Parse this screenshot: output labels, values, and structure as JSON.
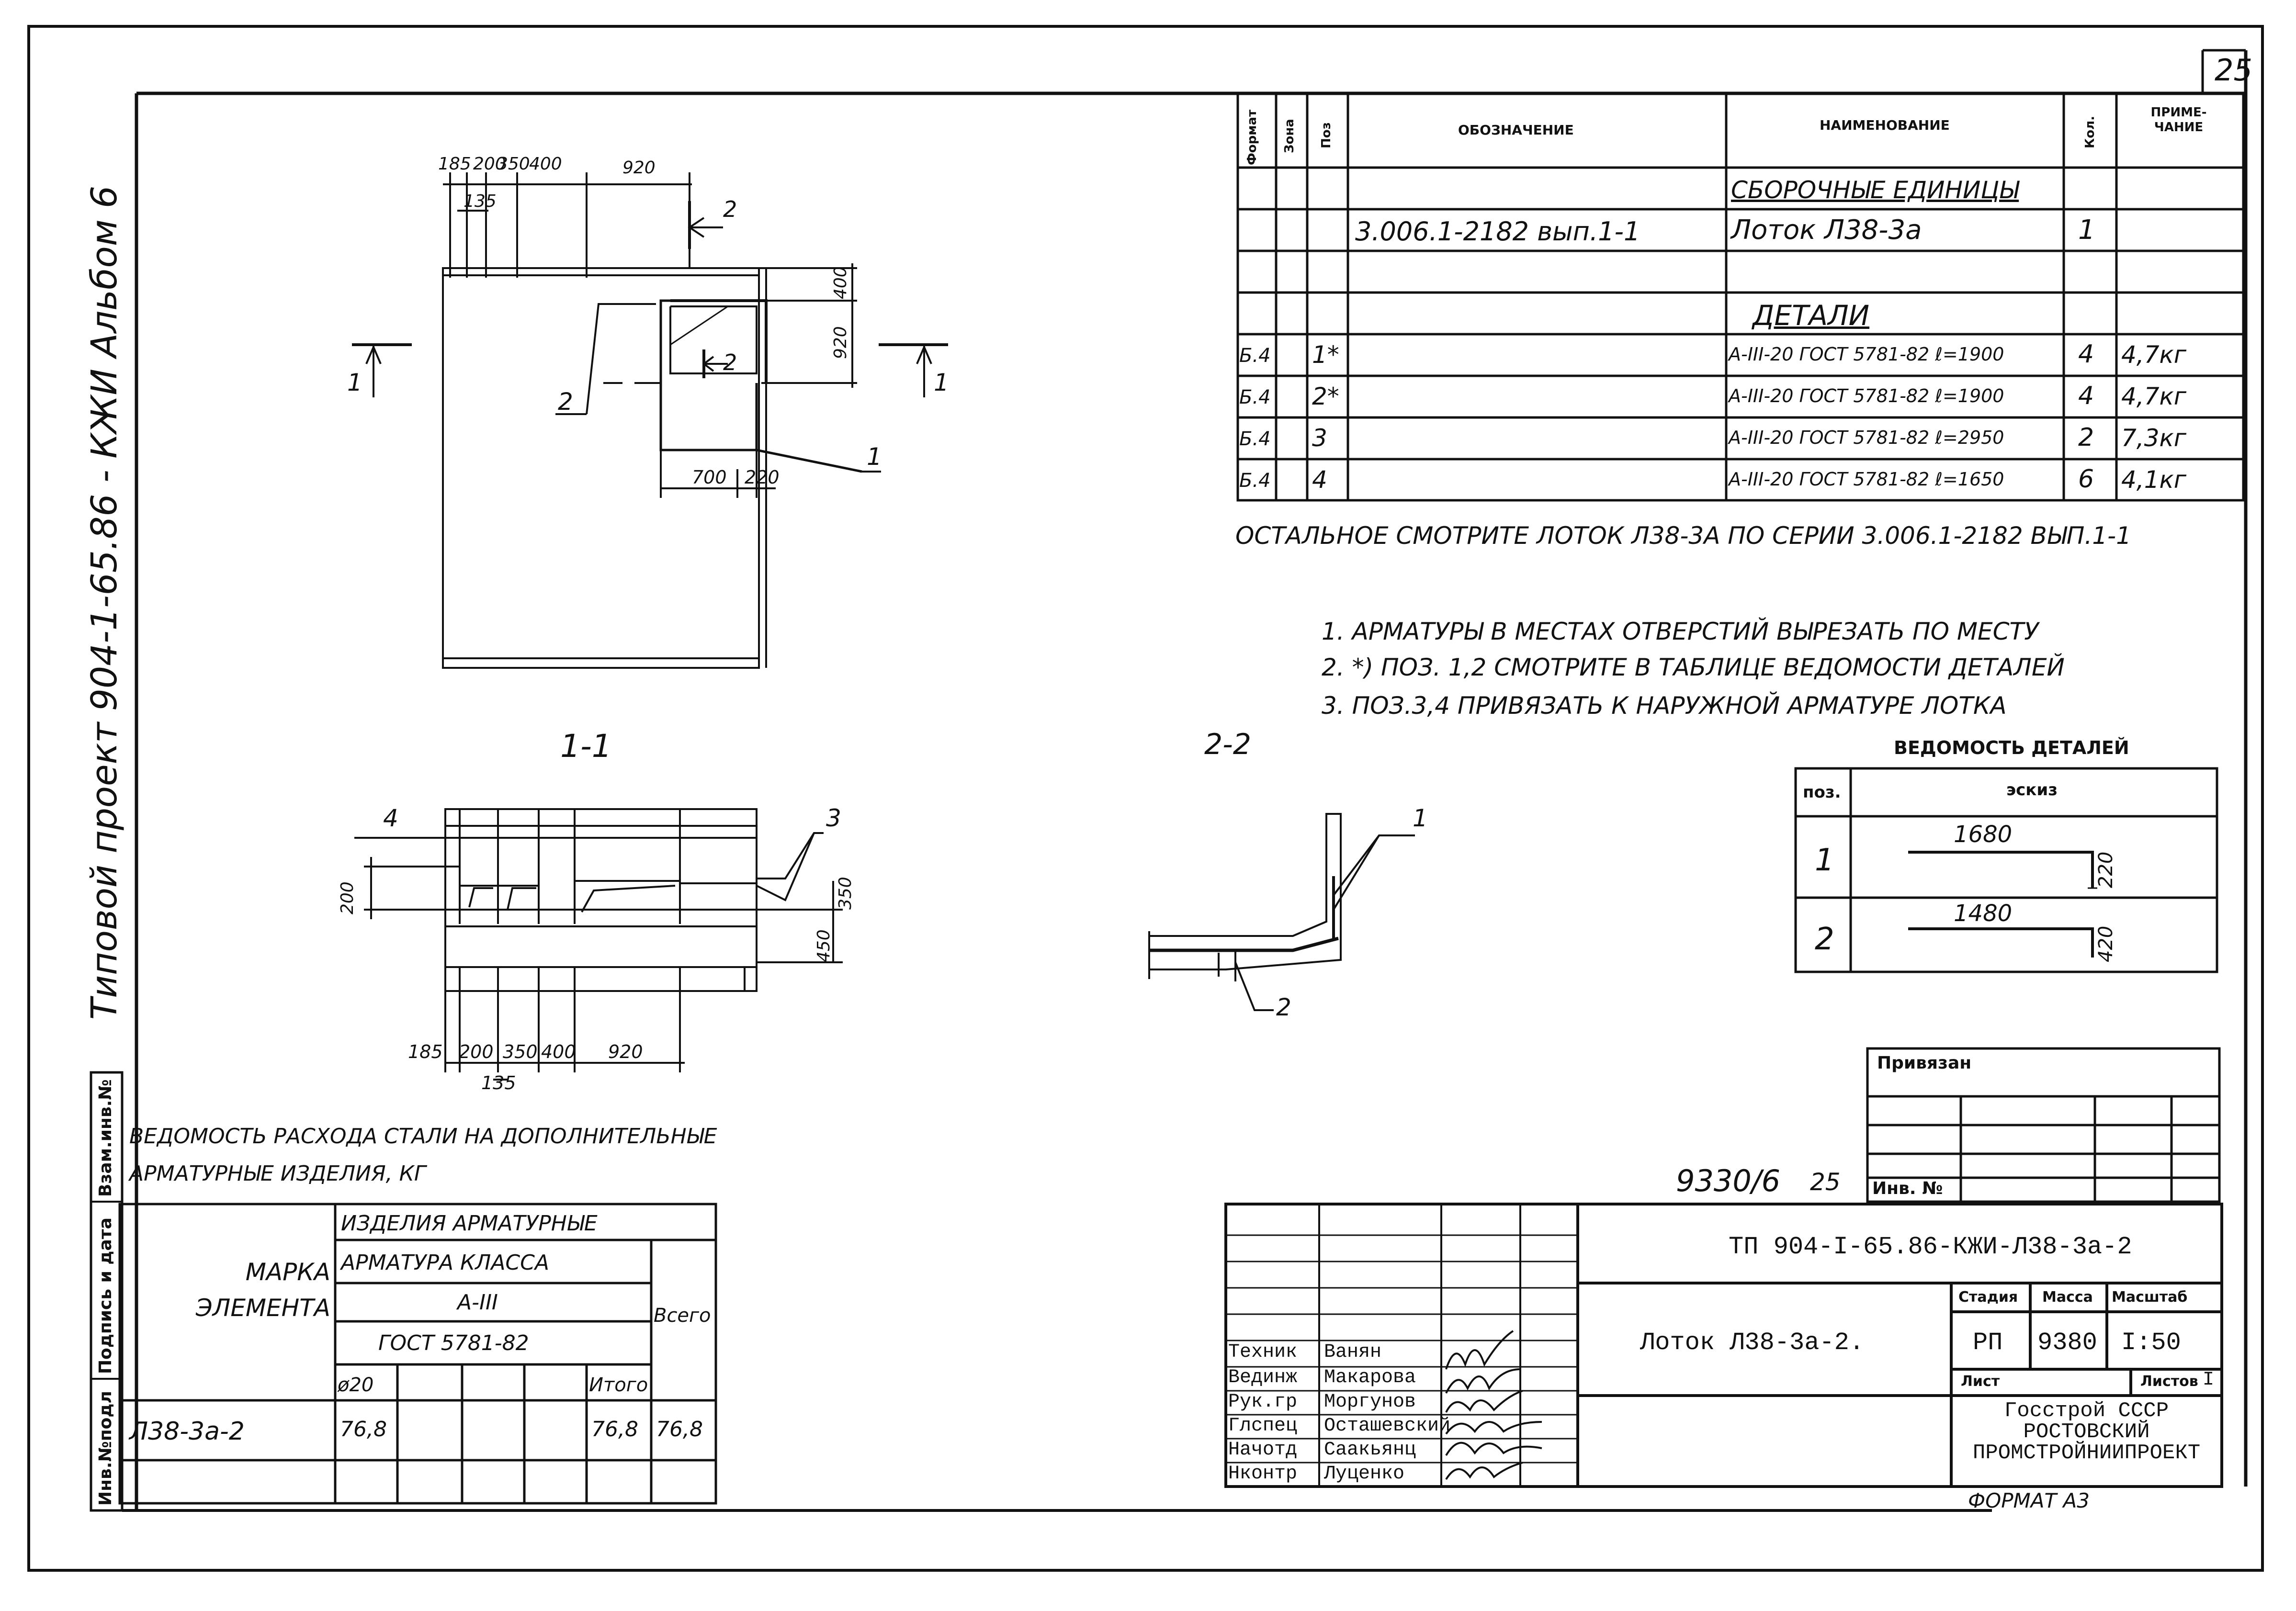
{
  "sheet_number": "25",
  "album_title": "Типовой проект 904-1-65.86 - КЖИ Альбом 6",
  "side_stamp": [
    "Инв.№подл",
    "Подпись и дата",
    "Взам.инв.№"
  ],
  "spec": {
    "headers": {
      "format": "Формат",
      "zone": "Зона",
      "pos": "Поз",
      "designation": "Обозначение",
      "name": "Наименование",
      "qty": "Кол.",
      "note": "Приме-чание"
    },
    "rows": [
      {
        "format": "",
        "zone": "",
        "pos": "",
        "designation": "",
        "name": "Сборочные единицы",
        "qty": "",
        "note": ""
      },
      {
        "format": "",
        "zone": "",
        "pos": "",
        "designation": "3.006.1-2182 вып.1-1",
        "name": "Лоток Л38-3а",
        "qty": "1",
        "note": ""
      },
      {
        "format": "",
        "zone": "",
        "pos": "",
        "designation": "",
        "name": "",
        "qty": "",
        "note": ""
      },
      {
        "format": "",
        "zone": "",
        "pos": "",
        "designation": "",
        "name": "Детали",
        "qty": "",
        "note": ""
      },
      {
        "format": "Б.4",
        "zone": "",
        "pos": "1*",
        "designation": "",
        "name": "А-III-20 ГОСТ 5781-82 ℓ=1900",
        "qty": "4",
        "note": "4,7кг"
      },
      {
        "format": "Б.4",
        "zone": "",
        "pos": "2*",
        "designation": "",
        "name": "А-III-20 ГОСТ 5781-82 ℓ=1900",
        "qty": "4",
        "note": "4,7кг"
      },
      {
        "format": "Б.4",
        "zone": "",
        "pos": "3",
        "designation": "",
        "name": "А-III-20 ГОСТ 5781-82 ℓ=2950",
        "qty": "2",
        "note": "7,3кг"
      },
      {
        "format": "Б.4",
        "zone": "",
        "pos": "4",
        "designation": "",
        "name": "А-III-20 ГОСТ 5781-82 ℓ=1650",
        "qty": "6",
        "note": "4,1кг"
      }
    ]
  },
  "rest_note": "Остальное смотрите лоток Л38-3а по серии 3.006.1-2182 вып.1-1",
  "notes": [
    "1. Арматуры в местах отверстий вырезать по месту",
    "2. *) Поз. 1,2 смотрите в таблице ведомости деталей",
    "3. Поз.3,4 привязать к наружной арматуре лотка"
  ],
  "detail_schedule": {
    "title": "ВЕДОМОСТЬ ДЕТАЛЕЙ",
    "col_pos": "поз.",
    "col_sketch": "эскиз",
    "rows": [
      {
        "pos": "1",
        "length": "1680",
        "hook": "220"
      },
      {
        "pos": "2",
        "length": "1480",
        "hook": "420"
      }
    ]
  },
  "section_1": {
    "label": "1-1",
    "top_dims": [
      "185",
      "200",
      "350",
      "400",
      "920"
    ],
    "top_sub_dim": "135",
    "side_dims": [
      "400",
      "920"
    ],
    "bottom_dims": [
      "700",
      "220"
    ],
    "section_mark": "1",
    "cut_mark": "2",
    "callouts": [
      "2",
      "1"
    ]
  },
  "plan_view": {
    "bottom_dims": [
      "185",
      "200",
      "350",
      "400",
      "920"
    ],
    "bottom_sub_dim": "135",
    "left_dim": "200",
    "right_dims": [
      "350",
      "450"
    ],
    "callouts": [
      "4",
      "3"
    ]
  },
  "section_2": {
    "label": "2-2",
    "callouts": [
      "1",
      "2"
    ]
  },
  "steel_schedule": {
    "title": "Ведомость расхода стали на дополнительные арматурные изделия, кг",
    "mark_header": "Марка элемента",
    "group_header": "Изделия арматурные",
    "class_header": "Арматура класса",
    "class_value": "А-III",
    "gost": "ГОСТ 5781-82",
    "dia": "ø20",
    "subtotal_header": "Итого",
    "total_header": "Всего",
    "row": {
      "mark": "Л38-3а-2",
      "dia20": "76,8",
      "subtotal": "76,8",
      "total": "76,8"
    }
  },
  "inv_number": "9330/6",
  "inv_sheet": "25",
  "binding": {
    "title": "Привязан",
    "inv_label": "Инв. №"
  },
  "title_block": {
    "code": "ТП 904-I-65.86-КЖИ-Л38-3а-2",
    "name": "Лоток Л38-3а-2.",
    "stage_label": "Стадия",
    "mass_label": "Масса",
    "scale_label": "Масштаб",
    "stage": "РП",
    "mass": "9380",
    "scale": "I:50",
    "sheet_label": "Лист",
    "sheets_label": "Листов",
    "sheets_value": "I",
    "org": [
      "Госстрой СССР",
      "РОСТОВСКИЙ",
      "ПРОМСТРОЙНИИПРОЕКТ"
    ],
    "staff": [
      {
        "role": "Техник",
        "name": "Ванян"
      },
      {
        "role": "Вединж",
        "name": "Макарова"
      },
      {
        "role": "Рук.гр",
        "name": "Моргунов"
      },
      {
        "role": "Глспец",
        "name": "Осташевский"
      },
      {
        "role": "Начотд",
        "name": "Саакьянц"
      },
      {
        "role": "Нконтр",
        "name": "Луценко"
      }
    ],
    "format": "Формат А3"
  }
}
